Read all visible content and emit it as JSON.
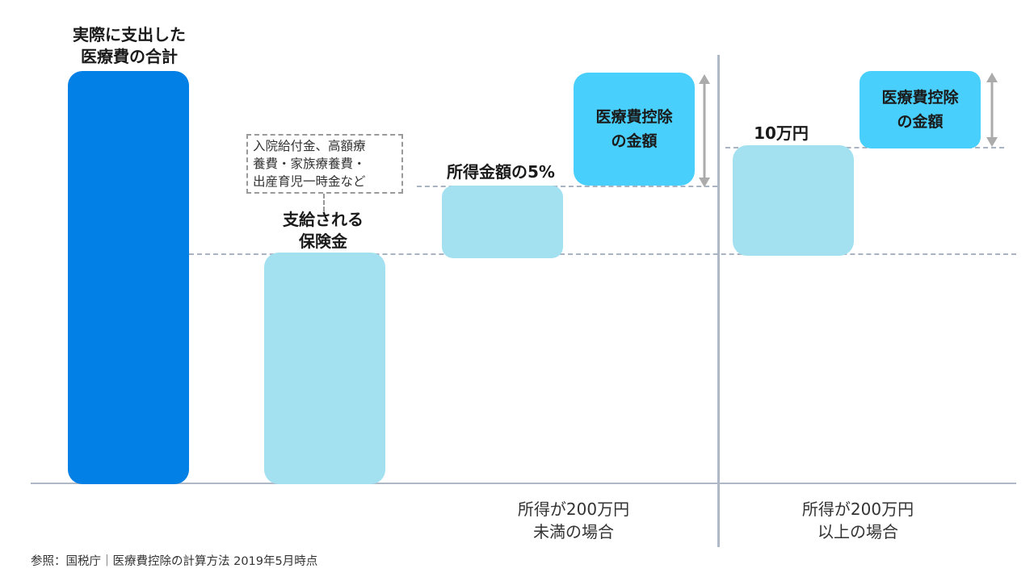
{
  "bars": {
    "total_label": "実際に支出した\n医療費の合計",
    "insurance_label": "支給される\n保険金",
    "insurance_note": "入院給付金、高額療\n養費・家族療養費・\n出産育児一時金など",
    "five_percent_label": "所得金額の5%",
    "deduction_label_left": "医療費控除\nの金額",
    "ten_man_label": "10万円",
    "deduction_label_right": "医療費控除\nの金額"
  },
  "axis": {
    "under_200": "所得が200万円\n未満の場合",
    "over_200": "所得が200万円\n以上の場合"
  },
  "source": "参照：国税庁｜医療費控除の計算方法 2019年5月時点",
  "colors": {
    "dark_blue": "#0380e5",
    "light_blue": "#a3e1f1",
    "cyan": "#49cffb",
    "guide_dash": "#a9b3c2",
    "arrow_gray": "#ababab"
  }
}
